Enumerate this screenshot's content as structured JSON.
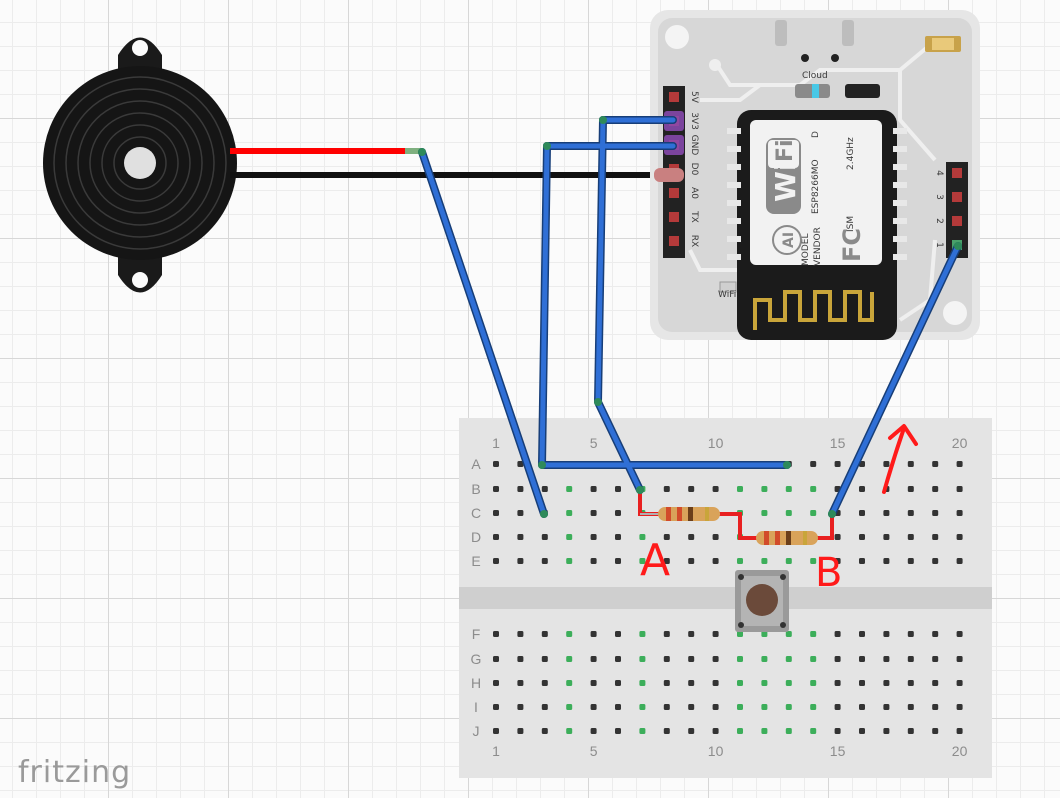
{
  "app": {
    "watermark": "fritzing"
  },
  "breadboard": {
    "column_labels_top": [
      "1",
      "5",
      "10",
      "15",
      "20"
    ],
    "column_labels_bottom": [
      "1",
      "5",
      "10",
      "15",
      "20"
    ],
    "row_labels_top": [
      "A",
      "B",
      "C",
      "D",
      "E"
    ],
    "row_labels_bottom": [
      "F",
      "G",
      "H",
      "I",
      "J"
    ]
  },
  "wifi_module": {
    "pin_labels": [
      "5V",
      "3V3",
      "GND",
      "D0",
      "A0",
      "TX",
      "RX"
    ],
    "right_pin_labels": [
      "4",
      "3",
      "2",
      "1"
    ],
    "silk_cloud": "Cloud",
    "silk_wifi": "WiFi",
    "chip": {
      "wifi_word": "Wi",
      "wifi_box": "Fi",
      "model": "ESP8266MO",
      "model_suffix": "D",
      "freq": "2.4GHz",
      "model_label": "MODEL",
      "vendor_label": "VENDOR",
      "vendor": "AI",
      "ism": "ISM",
      "fc": "FC"
    }
  },
  "annotations": {
    "label_a": "A",
    "label_b": "B"
  },
  "colors": {
    "wire_blue": "#2f6fd6",
    "wire_red": "#ff0000",
    "wire_black": "#111111",
    "annotation_red": "#ff1a1a",
    "board": "#dcdcdc",
    "breadboard": "#e4e4e4"
  }
}
